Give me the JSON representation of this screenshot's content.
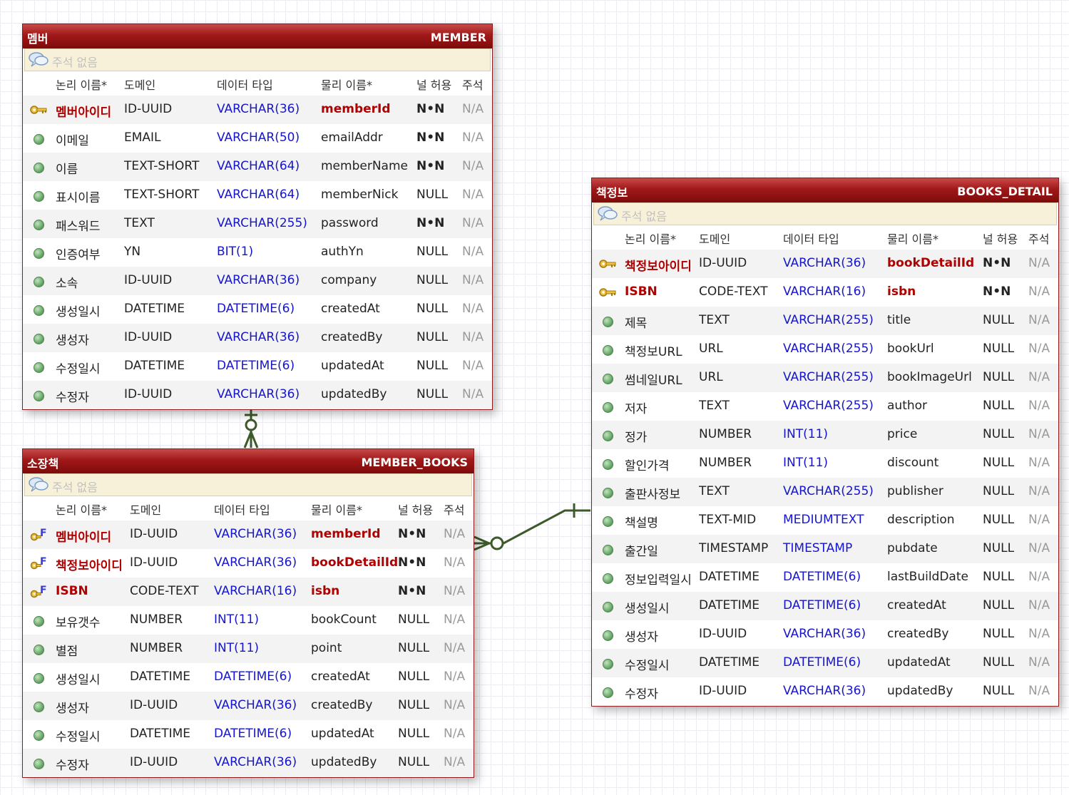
{
  "entities": {
    "member": {
      "logical_name": "멤버",
      "physical_name": "MEMBER",
      "comment": "주석 없음",
      "columns_header": [
        "논리 이름*",
        "도메인",
        "데이터 타입",
        "물리 이름*",
        "널 허용",
        "주석"
      ],
      "rows": [
        {
          "icon": "primary-key",
          "logical": "멤버아이디",
          "domain": "ID-UUID",
          "type": "VARCHAR(36)",
          "physical": "memberId",
          "nullable": "N•N",
          "comment": "N/A"
        },
        {
          "icon": "attribute",
          "logical": "이메일",
          "domain": "EMAIL",
          "type": "VARCHAR(50)",
          "physical": "emailAddr",
          "nullable": "N•N",
          "comment": "N/A"
        },
        {
          "icon": "attribute",
          "logical": "이름",
          "domain": "TEXT-SHORT",
          "type": "VARCHAR(64)",
          "physical": "memberName",
          "nullable": "N•N",
          "comment": "N/A"
        },
        {
          "icon": "attribute",
          "logical": "표시이름",
          "domain": "TEXT-SHORT",
          "type": "VARCHAR(64)",
          "physical": "memberNick",
          "nullable": "NULL",
          "comment": "N/A"
        },
        {
          "icon": "attribute",
          "logical": "패스워드",
          "domain": "TEXT",
          "type": "VARCHAR(255)",
          "physical": "password",
          "nullable": "N•N",
          "comment": "N/A"
        },
        {
          "icon": "attribute",
          "logical": "인증여부",
          "domain": "YN",
          "type": "BIT(1)",
          "physical": "authYn",
          "nullable": "NULL",
          "comment": "N/A"
        },
        {
          "icon": "attribute",
          "logical": "소속",
          "domain": "ID-UUID",
          "type": "VARCHAR(36)",
          "physical": "company",
          "nullable": "NULL",
          "comment": "N/A"
        },
        {
          "icon": "attribute",
          "logical": "생성일시",
          "domain": "DATETIME",
          "type": "DATETIME(6)",
          "physical": "createdAt",
          "nullable": "NULL",
          "comment": "N/A"
        },
        {
          "icon": "attribute",
          "logical": "생성자",
          "domain": "ID-UUID",
          "type": "VARCHAR(36)",
          "physical": "createdBy",
          "nullable": "NULL",
          "comment": "N/A"
        },
        {
          "icon": "attribute",
          "logical": "수정일시",
          "domain": "DATETIME",
          "type": "DATETIME(6)",
          "physical": "updatedAt",
          "nullable": "NULL",
          "comment": "N/A"
        },
        {
          "icon": "attribute",
          "logical": "수정자",
          "domain": "ID-UUID",
          "type": "VARCHAR(36)",
          "physical": "updatedBy",
          "nullable": "NULL",
          "comment": "N/A"
        }
      ]
    },
    "member_books": {
      "logical_name": "소장책",
      "physical_name": "MEMBER_BOOKS",
      "comment": "주석 없음",
      "columns_header": [
        "논리 이름*",
        "도메인",
        "데이터 타입",
        "물리 이름*",
        "널 허용",
        "주석"
      ],
      "rows": [
        {
          "icon": "primary-foreign-key",
          "logical": "멤버아이디",
          "domain": "ID-UUID",
          "type": "VARCHAR(36)",
          "physical": "memberId",
          "nullable": "N•N",
          "comment": "N/A"
        },
        {
          "icon": "primary-foreign-key",
          "logical": "책정보아이디",
          "domain": "ID-UUID",
          "type": "VARCHAR(36)",
          "physical": "bookDetailId",
          "nullable": "N•N",
          "comment": "N/A"
        },
        {
          "icon": "primary-foreign-key",
          "logical": "ISBN",
          "domain": "CODE-TEXT",
          "type": "VARCHAR(16)",
          "physical": "isbn",
          "nullable": "N•N",
          "comment": "N/A"
        },
        {
          "icon": "attribute",
          "logical": "보유갯수",
          "domain": "NUMBER",
          "type": "INT(11)",
          "physical": "bookCount",
          "nullable": "NULL",
          "comment": "N/A"
        },
        {
          "icon": "attribute",
          "logical": "별점",
          "domain": "NUMBER",
          "type": "INT(11)",
          "physical": "point",
          "nullable": "NULL",
          "comment": "N/A"
        },
        {
          "icon": "attribute",
          "logical": "생성일시",
          "domain": "DATETIME",
          "type": "DATETIME(6)",
          "physical": "createdAt",
          "nullable": "NULL",
          "comment": "N/A"
        },
        {
          "icon": "attribute",
          "logical": "생성자",
          "domain": "ID-UUID",
          "type": "VARCHAR(36)",
          "physical": "createdBy",
          "nullable": "NULL",
          "comment": "N/A"
        },
        {
          "icon": "attribute",
          "logical": "수정일시",
          "domain": "DATETIME",
          "type": "DATETIME(6)",
          "physical": "updatedAt",
          "nullable": "NULL",
          "comment": "N/A"
        },
        {
          "icon": "attribute",
          "logical": "수정자",
          "domain": "ID-UUID",
          "type": "VARCHAR(36)",
          "physical": "updatedBy",
          "nullable": "NULL",
          "comment": "N/A"
        }
      ]
    },
    "books_detail": {
      "logical_name": "책정보",
      "physical_name": "BOOKS_DETAIL",
      "comment": "주석 없음",
      "columns_header": [
        "논리 이름*",
        "도메인",
        "데이터 타입",
        "물리 이름*",
        "널 허용",
        "주석"
      ],
      "rows": [
        {
          "icon": "primary-key",
          "logical": "책정보아이디",
          "domain": "ID-UUID",
          "type": "VARCHAR(36)",
          "physical": "bookDetailId",
          "nullable": "N•N",
          "comment": "N/A"
        },
        {
          "icon": "primary-key",
          "logical": "ISBN",
          "domain": "CODE-TEXT",
          "type": "VARCHAR(16)",
          "physical": "isbn",
          "nullable": "N•N",
          "comment": "N/A"
        },
        {
          "icon": "attribute",
          "logical": "제목",
          "domain": "TEXT",
          "type": "VARCHAR(255)",
          "physical": "title",
          "nullable": "NULL",
          "comment": "N/A"
        },
        {
          "icon": "attribute",
          "logical": "책정보URL",
          "domain": "URL",
          "type": "VARCHAR(255)",
          "physical": "bookUrl",
          "nullable": "NULL",
          "comment": "N/A"
        },
        {
          "icon": "attribute",
          "logical": "썸네일URL",
          "domain": "URL",
          "type": "VARCHAR(255)",
          "physical": "bookImageUrl",
          "nullable": "NULL",
          "comment": "N/A"
        },
        {
          "icon": "attribute",
          "logical": "저자",
          "domain": "TEXT",
          "type": "VARCHAR(255)",
          "physical": "author",
          "nullable": "NULL",
          "comment": "N/A"
        },
        {
          "icon": "attribute",
          "logical": "정가",
          "domain": "NUMBER",
          "type": "INT(11)",
          "physical": "price",
          "nullable": "NULL",
          "comment": "N/A"
        },
        {
          "icon": "attribute",
          "logical": "할인가격",
          "domain": "NUMBER",
          "type": "INT(11)",
          "physical": "discount",
          "nullable": "NULL",
          "comment": "N/A"
        },
        {
          "icon": "attribute",
          "logical": "출판사정보",
          "domain": "TEXT",
          "type": "VARCHAR(255)",
          "physical": "publisher",
          "nullable": "NULL",
          "comment": "N/A"
        },
        {
          "icon": "attribute",
          "logical": "책설명",
          "domain": "TEXT-MID",
          "type": "MEDIUMTEXT",
          "physical": "description",
          "nullable": "NULL",
          "comment": "N/A"
        },
        {
          "icon": "attribute",
          "logical": "출간일",
          "domain": "TIMESTAMP",
          "type": "TIMESTAMP",
          "physical": "pubdate",
          "nullable": "NULL",
          "comment": "N/A"
        },
        {
          "icon": "attribute",
          "logical": "정보입력일시",
          "domain": "DATETIME",
          "type": "DATETIME(6)",
          "physical": "lastBuildDate",
          "nullable": "NULL",
          "comment": "N/A"
        },
        {
          "icon": "attribute",
          "logical": "생성일시",
          "domain": "DATETIME",
          "type": "DATETIME(6)",
          "physical": "createdAt",
          "nullable": "NULL",
          "comment": "N/A"
        },
        {
          "icon": "attribute",
          "logical": "생성자",
          "domain": "ID-UUID",
          "type": "VARCHAR(36)",
          "physical": "createdBy",
          "nullable": "NULL",
          "comment": "N/A"
        },
        {
          "icon": "attribute",
          "logical": "수정일시",
          "domain": "DATETIME",
          "type": "DATETIME(6)",
          "physical": "updatedAt",
          "nullable": "NULL",
          "comment": "N/A"
        },
        {
          "icon": "attribute",
          "logical": "수정자",
          "domain": "ID-UUID",
          "type": "VARCHAR(36)",
          "physical": "updatedBy",
          "nullable": "NULL",
          "comment": "N/A"
        }
      ]
    }
  },
  "relationships": [
    {
      "parent": "member",
      "child": "member_books",
      "parent_end": "one",
      "child_end": "zero-or-many"
    },
    {
      "parent": "books_detail",
      "child": "member_books",
      "parent_end": "one",
      "child_end": "zero-or-many"
    }
  ],
  "colors": {
    "header": "#a01818",
    "key_text": "#b00000",
    "type_text": "#1515d0",
    "relationship_line": "#3d5a2a",
    "comment_bg": "#f8f1da"
  }
}
